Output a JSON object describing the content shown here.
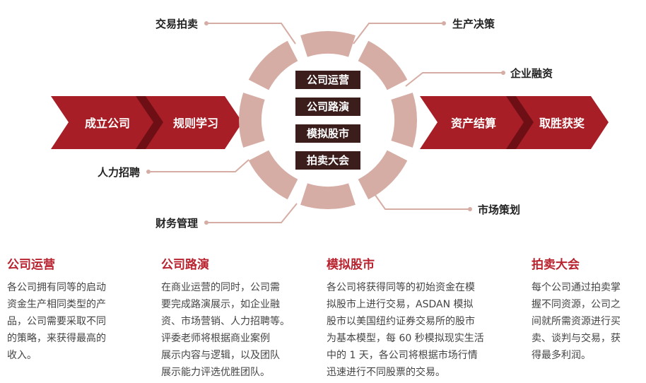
{
  "colors": {
    "arrow_red": "#a81e26",
    "arrow_dark": "#7a1117",
    "ring": "#d6ada5",
    "center_box": "#3b1d1c",
    "heading_red": "#b8232f"
  },
  "left_arrows": [
    "成立公司",
    "规则学习"
  ],
  "right_arrows": [
    "资产结算",
    "取胜获奖"
  ],
  "center_items": [
    "公司运营",
    "公司路演",
    "模拟股市",
    "拍卖大会"
  ],
  "callouts": {
    "trading_auction": "交易拍卖",
    "production_decision": "生产决策",
    "enterprise_financing": "企业融资",
    "hr_recruitment": "人力招聘",
    "market_planning": "市场策划",
    "financial_management": "财务管理"
  },
  "descriptions": [
    {
      "title": "公司运营",
      "lines": [
        "各公司拥有同等的启动",
        "资金生产相同类型的产",
        "品，公司需要采取不同",
        "的策略，来获得最高的",
        "收入。"
      ]
    },
    {
      "title": "公司路演",
      "lines": [
        "在商业运营的同时，公司需",
        "要完成路演展示，如企业融",
        "资、市场营销、人力招聘等。",
        "评委老师将根据商业案例",
        "展示内容与逻辑，以及团队",
        "展示能力评选优胜团队。"
      ]
    },
    {
      "title": "模拟股市",
      "lines": [
        "各公司将获得同等的初始资金在模",
        "拟股市上进行交易，ASDAN 模拟",
        "股市以美国纽约证券交易所的股市",
        "为基本模型，每 60 秒模拟现实生活",
        "中的 1 天，各公司将根据市场行情",
        "迅速进行不同股票的交易。"
      ]
    },
    {
      "title": "拍卖大会",
      "lines": [
        "每个公司通过拍卖掌",
        "握不同资源，公司之",
        "间就所需资源进行买",
        "卖、谈判与交易，获",
        "得最多利润。"
      ]
    }
  ]
}
